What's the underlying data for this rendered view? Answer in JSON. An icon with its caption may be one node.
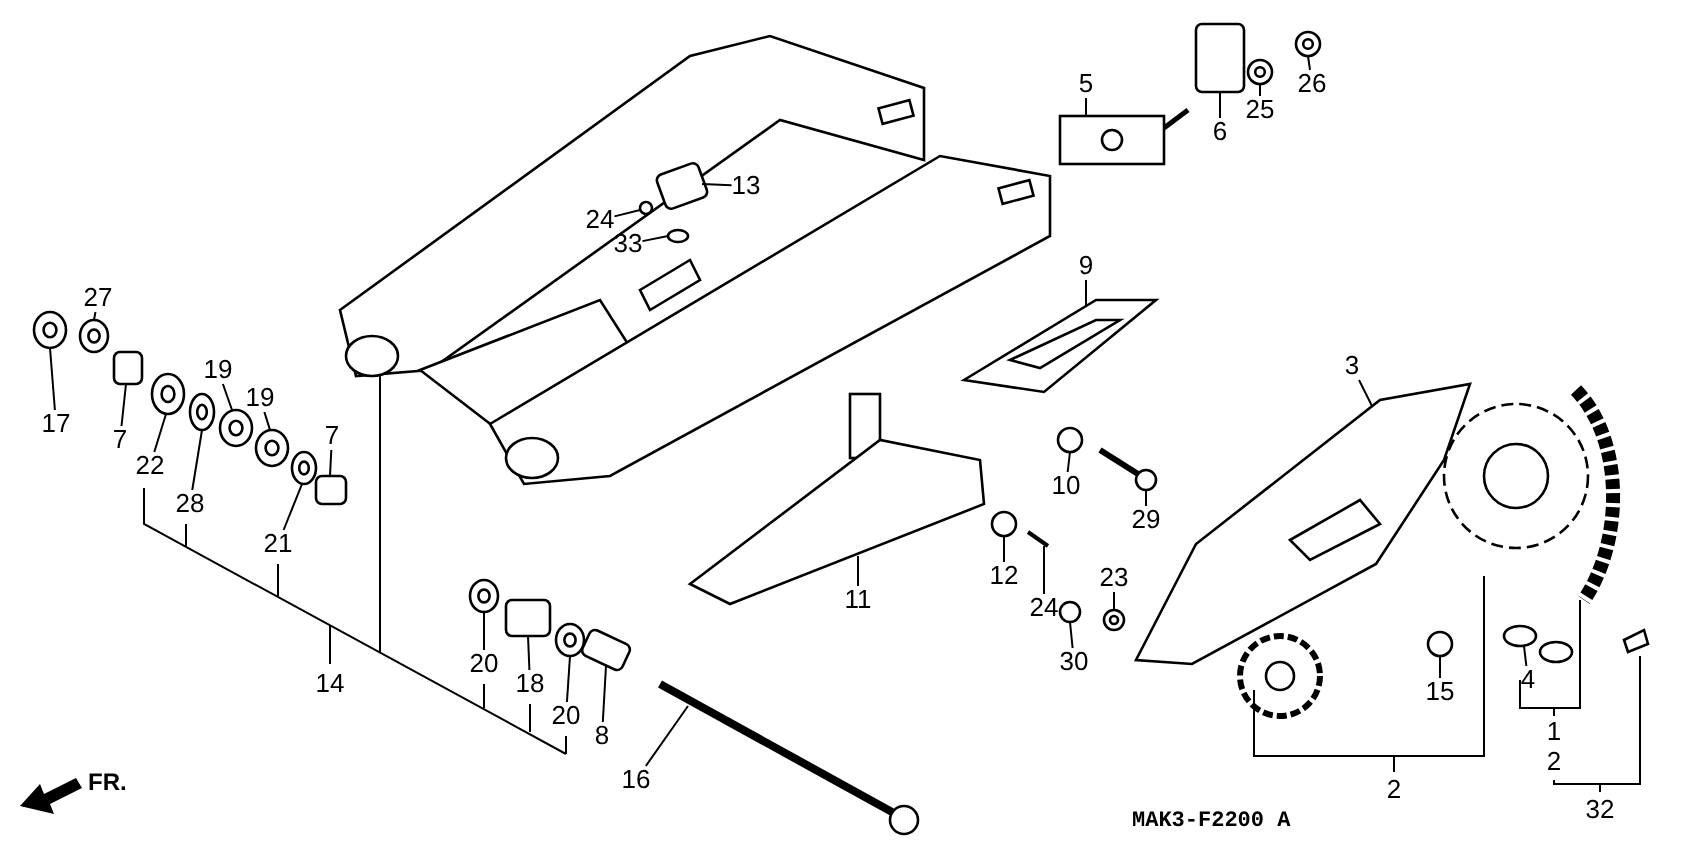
{
  "diagram": {
    "nodes": [
      {
        "text": [
          "5"
        ]
      },
      {
        "text": [
          "26"
        ]
      },
      {
        "text": [
          "25"
        ]
      },
      {
        "text": [
          "6"
        ]
      },
      {
        "text": [
          "13"
        ]
      },
      {
        "text": [
          "24"
        ]
      },
      {
        "text": [
          "33"
        ]
      },
      {
        "text": [
          "9"
        ]
      },
      {
        "text": [
          "27"
        ]
      },
      {
        "text": [
          "3"
        ]
      },
      {
        "text": [
          "19"
        ]
      },
      {
        "text": [
          "19"
        ]
      },
      {
        "text": [
          "17"
        ]
      },
      {
        "text": [
          "7"
        ]
      },
      {
        "text": [
          "22"
        ]
      },
      {
        "text": [
          "7"
        ]
      },
      {
        "text": [
          "10"
        ]
      },
      {
        "text": [
          "28"
        ]
      },
      {
        "text": [
          "29"
        ]
      },
      {
        "text": [
          "21"
        ]
      },
      {
        "text": [
          "12"
        ]
      },
      {
        "text": [
          "11"
        ]
      },
      {
        "text": [
          "24"
        ]
      },
      {
        "text": [
          "23"
        ]
      },
      {
        "text": [
          "30"
        ]
      },
      {
        "text": [
          "4"
        ]
      },
      {
        "text": [
          "20"
        ]
      },
      {
        "text": [
          "15"
        ]
      },
      {
        "text": [
          "18"
        ]
      },
      {
        "text": [
          "20"
        ]
      },
      {
        "text": [
          "8"
        ]
      },
      {
        "text": [
          "16"
        ]
      },
      {
        "text": [],
        "shape": "picture"
      },
      {
        "text": [],
        "shape": "picture"
      },
      {
        "text": [],
        "shape": "picture"
      },
      {
        "text": [],
        "shape": "box"
      },
      {
        "text": [],
        "shape": "box"
      },
      {
        "text": [],
        "shape": "circle"
      },
      {
        "text": [],
        "shape": "circle"
      },
      {
        "text": [],
        "shape": "picture"
      },
      {
        "text": [],
        "shape": "picture"
      },
      {
        "text": [],
        "shape": "picture"
      },
      {
        "text": [],
        "shape": "picture"
      },
      {
        "text": [],
        "shape": "picture"
      },
      {
        "text": [],
        "shape": "picture"
      },
      {
        "text": [],
        "shape": "box"
      },
      {
        "text": [],
        "shape": "picture"
      },
      {
        "text": [],
        "shape": "box"
      },
      {
        "text": [],
        "shape": "circle"
      },
      {
        "text": [],
        "shape": "picture"
      },
      {
        "text": [],
        "shape": "picture"
      },
      {
        "text": [],
        "shape": "picture"
      },
      {
        "text": [],
        "shape": "circle"
      },
      {
        "text": [],
        "shape": "picture"
      },
      {
        "text": [],
        "shape": "picture"
      },
      {
        "text": [],
        "shape": "picture"
      },
      {
        "text": [],
        "shape": "circle"
      },
      {
        "text": [],
        "shape": "picture"
      },
      {
        "text": [],
        "shape": "picture"
      },
      {
        "text": [],
        "shape": "circle"
      },
      {
        "text": [],
        "shape": "box"
      },
      {
        "text": [],
        "shape": "picture"
      },
      {
        "text": [],
        "shape": "box"
      },
      {
        "text": [],
        "shape": "picture"
      }
    ],
    "edges": [
      {
        "from": 0,
        "to": 32,
        "arrow": "none"
      },
      {
        "from": 1,
        "to": 33,
        "arrow": "none"
      },
      {
        "from": 2,
        "to": 34,
        "arrow": "none"
      },
      {
        "from": 3,
        "to": 35,
        "arrow": "none"
      },
      {
        "from": 4,
        "to": 36,
        "arrow": "none"
      },
      {
        "from": 5,
        "to": 37,
        "arrow": "none"
      },
      {
        "from": 6,
        "to": 38,
        "arrow": "none"
      },
      {
        "from": 7,
        "to": 39,
        "arrow": "none"
      },
      {
        "from": 8,
        "to": 40,
        "arrow": "none"
      },
      {
        "from": 9,
        "to": 41,
        "arrow": "none"
      },
      {
        "from": 10,
        "to": 42,
        "arrow": "none"
      },
      {
        "from": 11,
        "to": 43,
        "arrow": "none"
      },
      {
        "from": 12,
        "to": 44,
        "arrow": "none"
      },
      {
        "from": 13,
        "to": 45,
        "arrow": "none"
      },
      {
        "from": 14,
        "to": 46,
        "arrow": "none"
      },
      {
        "from": 15,
        "to": 47,
        "arrow": "none"
      },
      {
        "from": 16,
        "to": 48,
        "arrow": "none"
      },
      {
        "from": 17,
        "to": 49,
        "arrow": "none"
      },
      {
        "from": 18,
        "to": 50,
        "arrow": "none"
      },
      {
        "from": 19,
        "to": 51,
        "arrow": "none"
      },
      {
        "from": 20,
        "to": 52,
        "arrow": "none"
      },
      {
        "from": 21,
        "to": 53,
        "arrow": "none"
      },
      {
        "from": 22,
        "to": 54,
        "arrow": "none"
      },
      {
        "from": 23,
        "to": 55,
        "arrow": "none"
      },
      {
        "from": 24,
        "to": 56,
        "arrow": "none"
      },
      {
        "from": 25,
        "to": 57,
        "arrow": "none"
      },
      {
        "from": 26,
        "to": 58,
        "arrow": "none"
      },
      {
        "from": 27,
        "to": 59,
        "arrow": "none"
      },
      {
        "from": 28,
        "to": 60,
        "arrow": "none"
      },
      {
        "from": 29,
        "to": 61,
        "arrow": "none"
      },
      {
        "from": 30,
        "to": 62,
        "arrow": "none"
      },
      {
        "from": 31,
        "to": 63,
        "arrow": "none"
      }
    ],
    "labels": [
      "14",
      "2",
      "1",
      "2",
      "32",
      "MAK3-F2200 A",
      "FR."
    ]
  }
}
